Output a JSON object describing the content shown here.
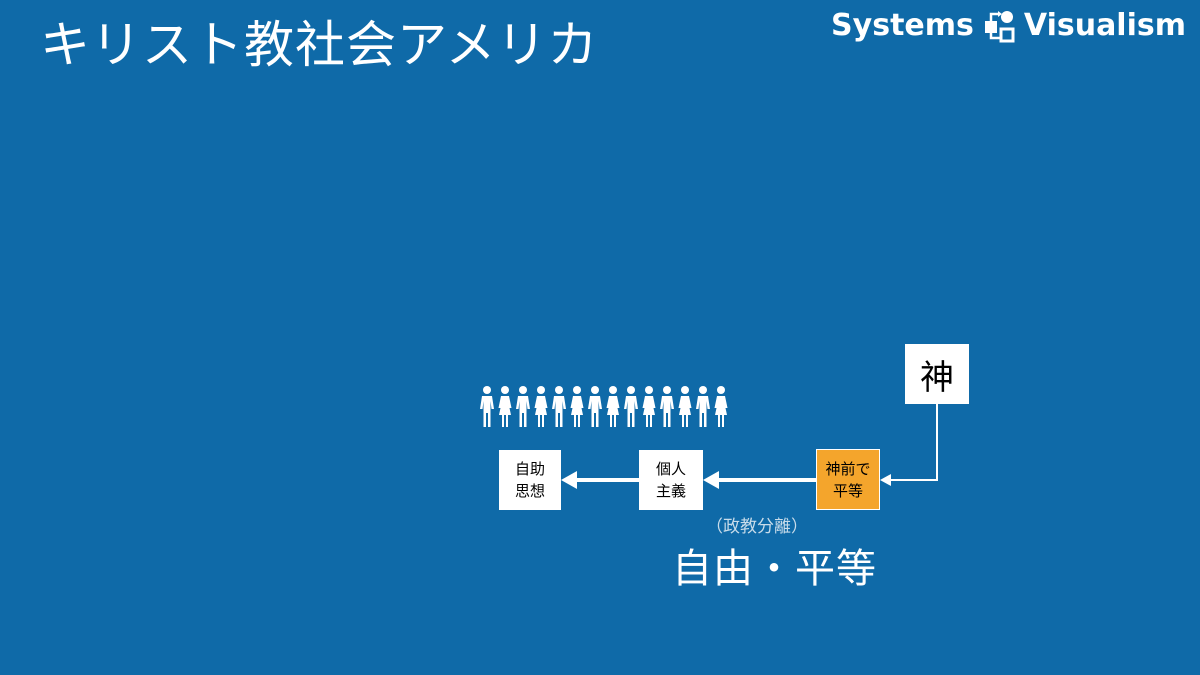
{
  "slide": {
    "title": "キリスト教社会アメリカ"
  },
  "brand": {
    "left_text": "Systems",
    "right_text": "Visualism",
    "icon": "systems-visualism-logo-icon"
  },
  "diagram": {
    "god_label": "神",
    "equal_before_god_label": "神前で\n平等",
    "individualism_label": "個人\n主義",
    "self_help_label": "自助\n思想",
    "people_icon": "person-icon",
    "people_count": 14,
    "separation_note": "（政教分離）",
    "freedom_equality": "自由・平等"
  },
  "colors": {
    "background": "#0f6aa8",
    "highlight_box": "#f4a52c",
    "box": "#ffffff",
    "text": "#ffffff"
  }
}
